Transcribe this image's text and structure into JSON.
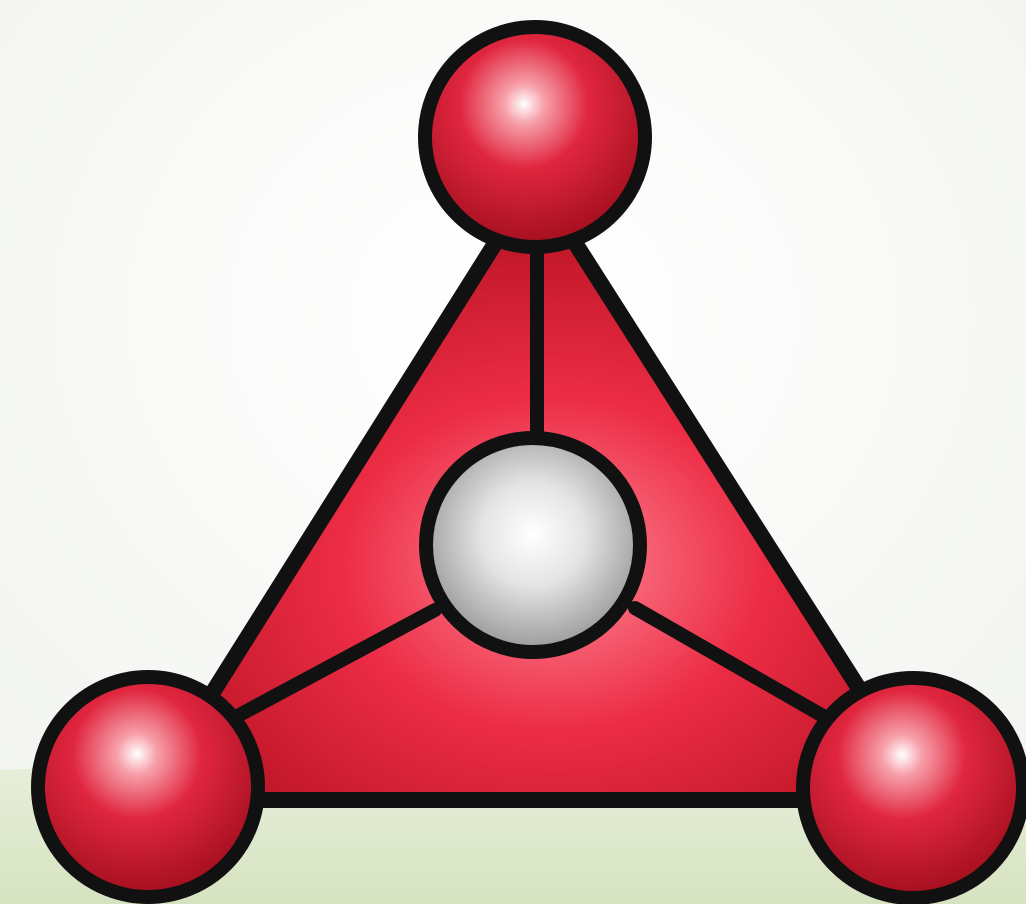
{
  "diagram": {
    "kind": "tetrahedral-molecule-model",
    "center_atom": {
      "color": "#d9d9d9"
    },
    "outer_atoms": [
      {
        "position": "top",
        "color": "#e0263f"
      },
      {
        "position": "bottom-left",
        "color": "#e0263f"
      },
      {
        "position": "bottom-right",
        "color": "#e0263f"
      }
    ],
    "face_color": "#e8243a",
    "outline_color": "#111111",
    "ground_color": "#dde8c8"
  }
}
